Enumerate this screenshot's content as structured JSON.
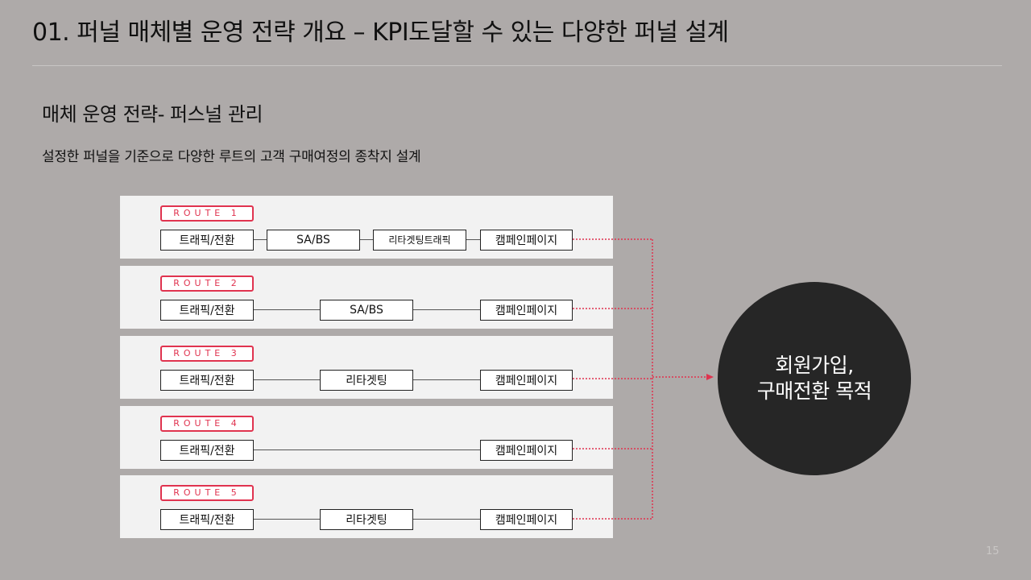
{
  "title": "01. 퍼널 매체별 운영 전략 개요 – KPI도달할 수 있는 다양한 퍼널 설계",
  "subtitle": "매체 운영 전략- 퍼스널 관리",
  "description": "설정한 퍼널을 기준으로 다양한 루트의 고객 구매여정의 종착지 설계",
  "routes": [
    {
      "label": "ROUTE 1",
      "steps": [
        "트래픽/전환",
        "SA/BS",
        "리타겟팅트래픽",
        "캠페인페이지"
      ]
    },
    {
      "label": "ROUTE 2",
      "steps": [
        "트래픽/전환",
        "SA/BS",
        "캠페인페이지"
      ]
    },
    {
      "label": "ROUTE 3",
      "steps": [
        "트래픽/전환",
        "리타겟팅",
        "캠페인페이지"
      ]
    },
    {
      "label": "ROUTE 4",
      "steps": [
        "트래픽/전환",
        "캠페인페이지"
      ]
    },
    {
      "label": "ROUTE 5",
      "steps": [
        "트래픽/전환",
        "리타겟팅",
        "캠페인페이지"
      ]
    }
  ],
  "goal": {
    "line1": "회원가입,",
    "line2": "구매전환 목적"
  },
  "page_number": "15",
  "colors": {
    "background": "#aeaaa9",
    "accent": "#e0334f",
    "goal_fill": "#262626",
    "panel": "#f2f2f2"
  }
}
